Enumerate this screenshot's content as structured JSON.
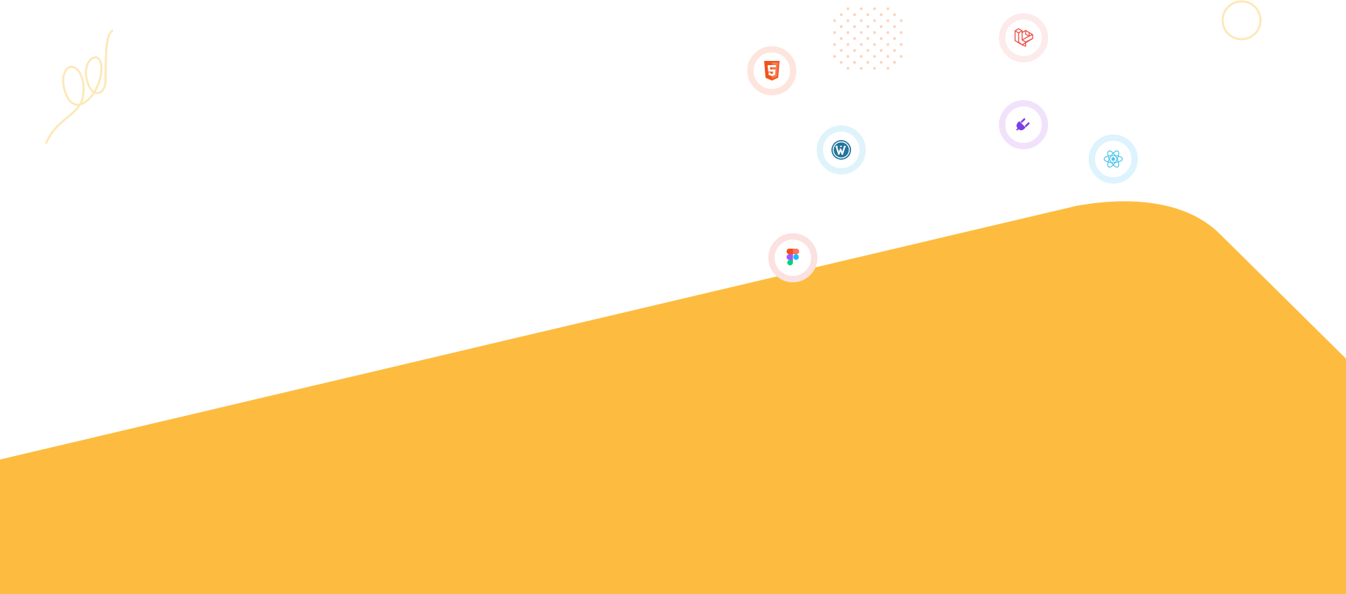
{
  "theme": {
    "background": "#ffffff",
    "accent": "#fdbc40",
    "decor_line": "#fde8b8",
    "dot_color": "#fbd5bd"
  },
  "tech_icons": [
    {
      "id": "icon-html5",
      "name": "html5-icon",
      "ring": "#fde5de",
      "brand": "#f1531c"
    },
    {
      "id": "icon-wordpress",
      "name": "wordpress-icon",
      "ring": "#dff3fb",
      "brand": "#21759b"
    },
    {
      "id": "icon-figma",
      "name": "figma-icon",
      "ring": "#fbe1e0",
      "brand": "#f24e1e"
    },
    {
      "id": "icon-laravel",
      "name": "laravel-icon",
      "ring": "#fdeaea",
      "brand": "#f0524b"
    },
    {
      "id": "icon-plugin",
      "name": "plug-icon",
      "ring": "#f1e2fb",
      "brand": "#7b3fe4"
    },
    {
      "id": "icon-react",
      "name": "react-icon",
      "ring": "#ddf3fd",
      "brand": "#4cc6ef"
    }
  ]
}
